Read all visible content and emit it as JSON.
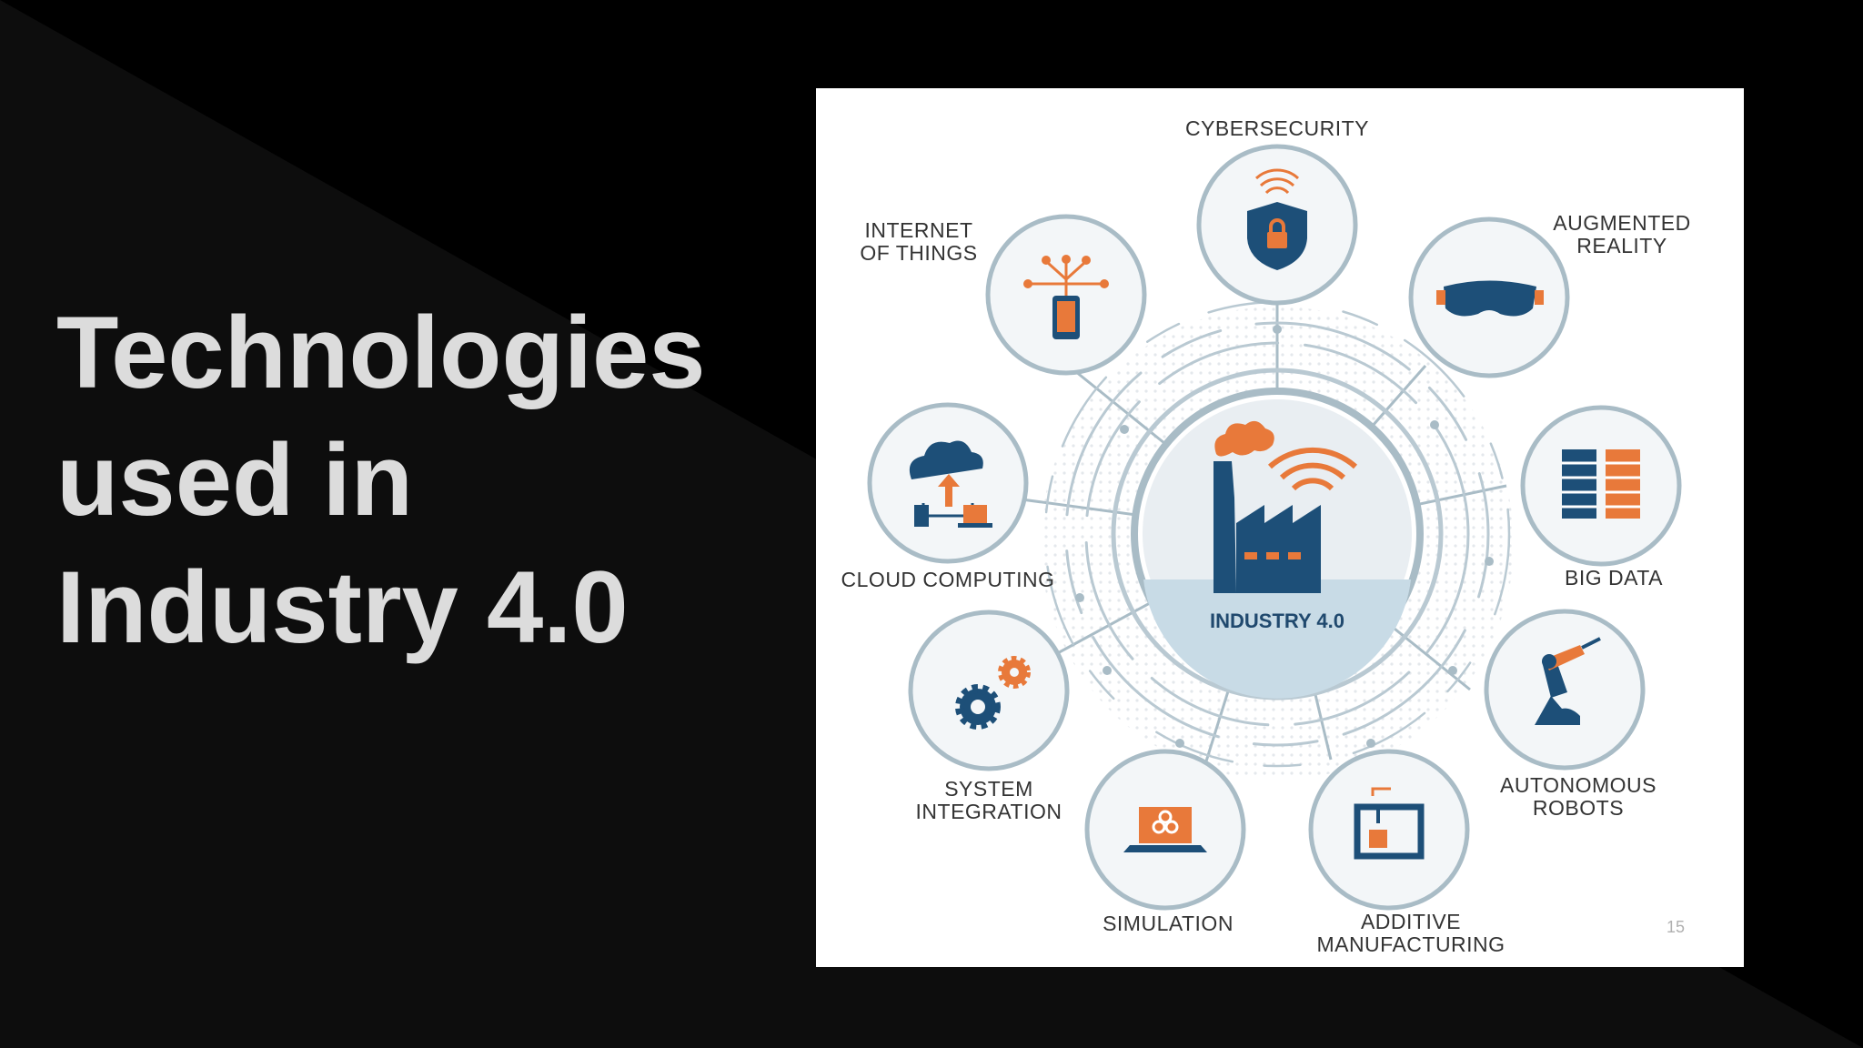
{
  "slide": {
    "title_lines": [
      "Technologies",
      "used in",
      "Industry 4.0"
    ],
    "page_number": "15"
  },
  "diagram": {
    "hub": {
      "label": "INDUSTRY 4.0",
      "icon": "factory-icon"
    },
    "nodes": [
      {
        "id": "cybersecurity",
        "lines": [
          "CYBERSECURITY"
        ],
        "icon": "shield-lock-icon"
      },
      {
        "id": "augmented-reality",
        "lines": [
          "AUGMENTED",
          "REALITY"
        ],
        "icon": "vr-goggles-icon"
      },
      {
        "id": "big-data",
        "lines": [
          "BIG DATA"
        ],
        "icon": "server-racks-icon"
      },
      {
        "id": "autonomous-robots",
        "lines": [
          "AUTONOMOUS",
          "ROBOTS"
        ],
        "icon": "robot-arm-icon"
      },
      {
        "id": "additive-manufacturing",
        "lines": [
          "ADDITIVE",
          "MANUFACTURING"
        ],
        "icon": "3d-printer-icon"
      },
      {
        "id": "simulation",
        "lines": [
          "SIMULATION"
        ],
        "icon": "laptop-simulation-icon"
      },
      {
        "id": "system-integration",
        "lines": [
          "SYSTEM",
          "INTEGRATION"
        ],
        "icon": "gears-icon"
      },
      {
        "id": "cloud-computing",
        "lines": [
          "CLOUD COMPUTING"
        ],
        "icon": "cloud-network-icon"
      },
      {
        "id": "internet-of-things",
        "lines": [
          "INTERNET",
          "OF THINGS"
        ],
        "icon": "iot-phone-icon"
      }
    ]
  },
  "colors": {
    "navy": "#1d4f78",
    "orange": "#e8793a",
    "ring": "#a9bcc6",
    "title_text": "#dcdcdc"
  }
}
